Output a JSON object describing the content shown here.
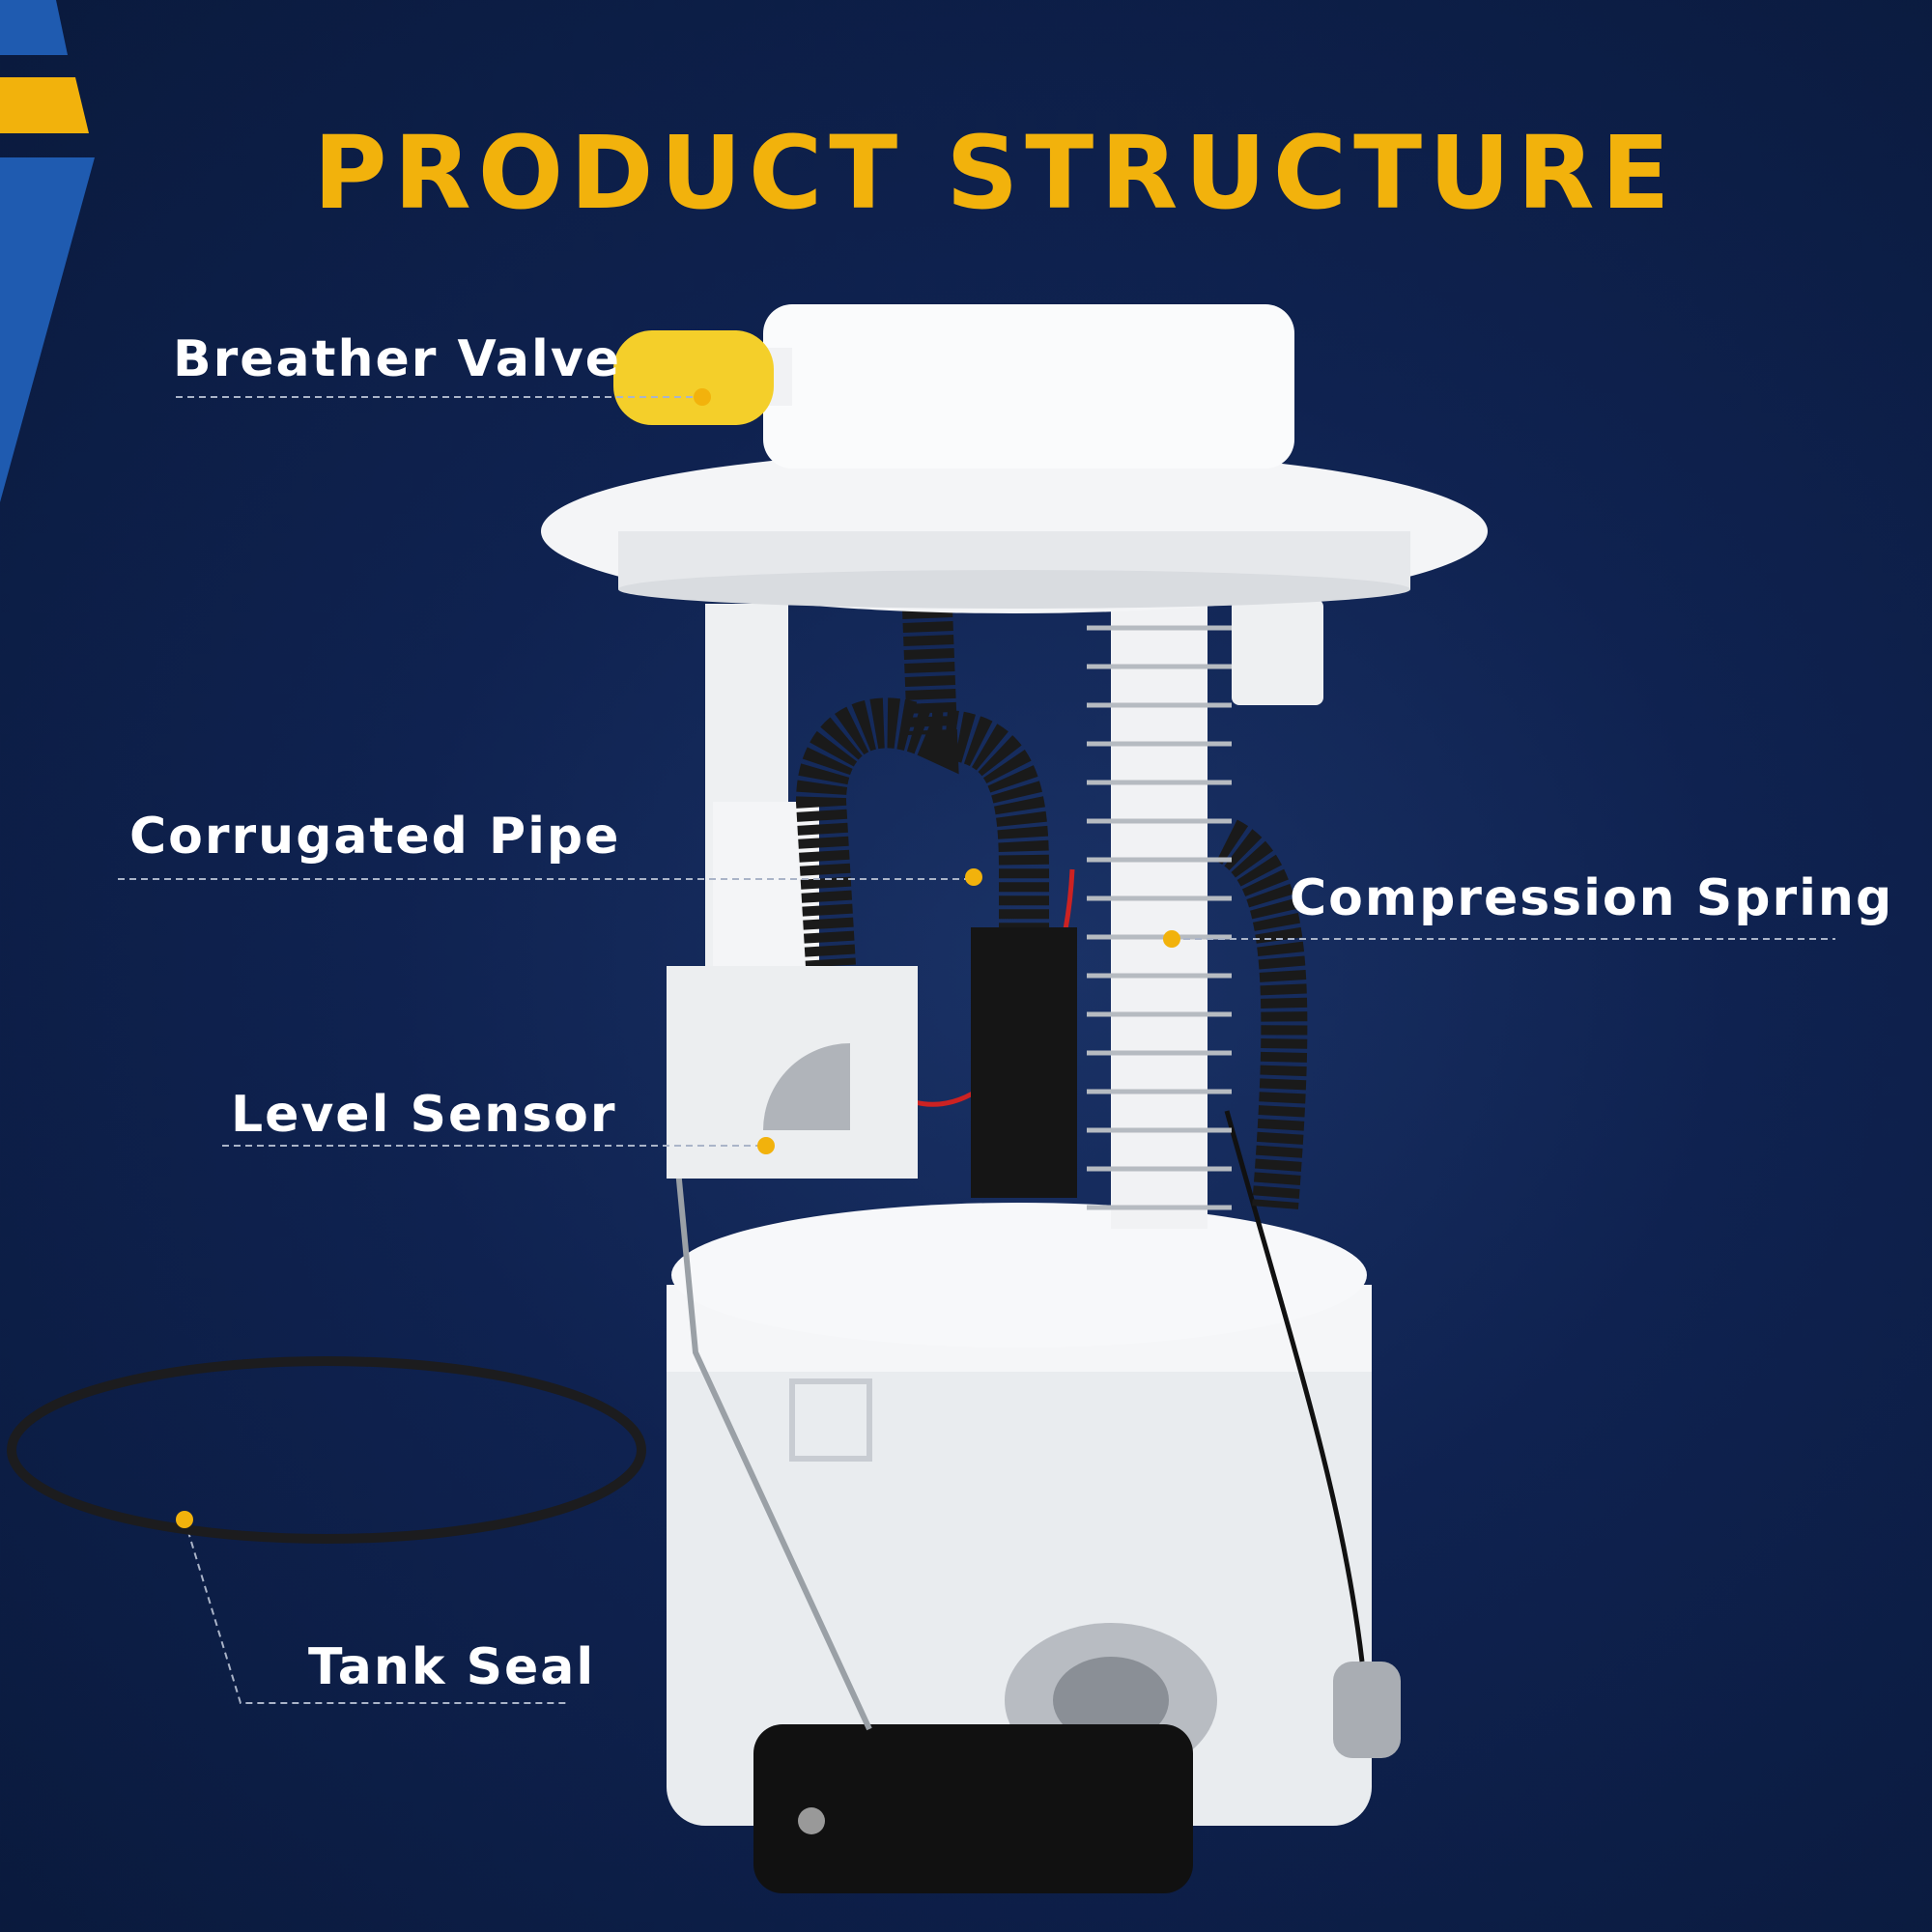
{
  "title": "PRODUCT STRUCTURE",
  "labels": {
    "breather_valve": "Breather Valve",
    "corrugated_pipe": "Corrugated Pipe",
    "compression_spring": "Compression Spring",
    "level_sensor": "Level Sensor",
    "tank_seal": "Tank Seal"
  },
  "colors": {
    "background": "#0f2250",
    "accent": "#f2b20c",
    "decor_blue": "#1f5bb0",
    "label": "#ffffff"
  }
}
